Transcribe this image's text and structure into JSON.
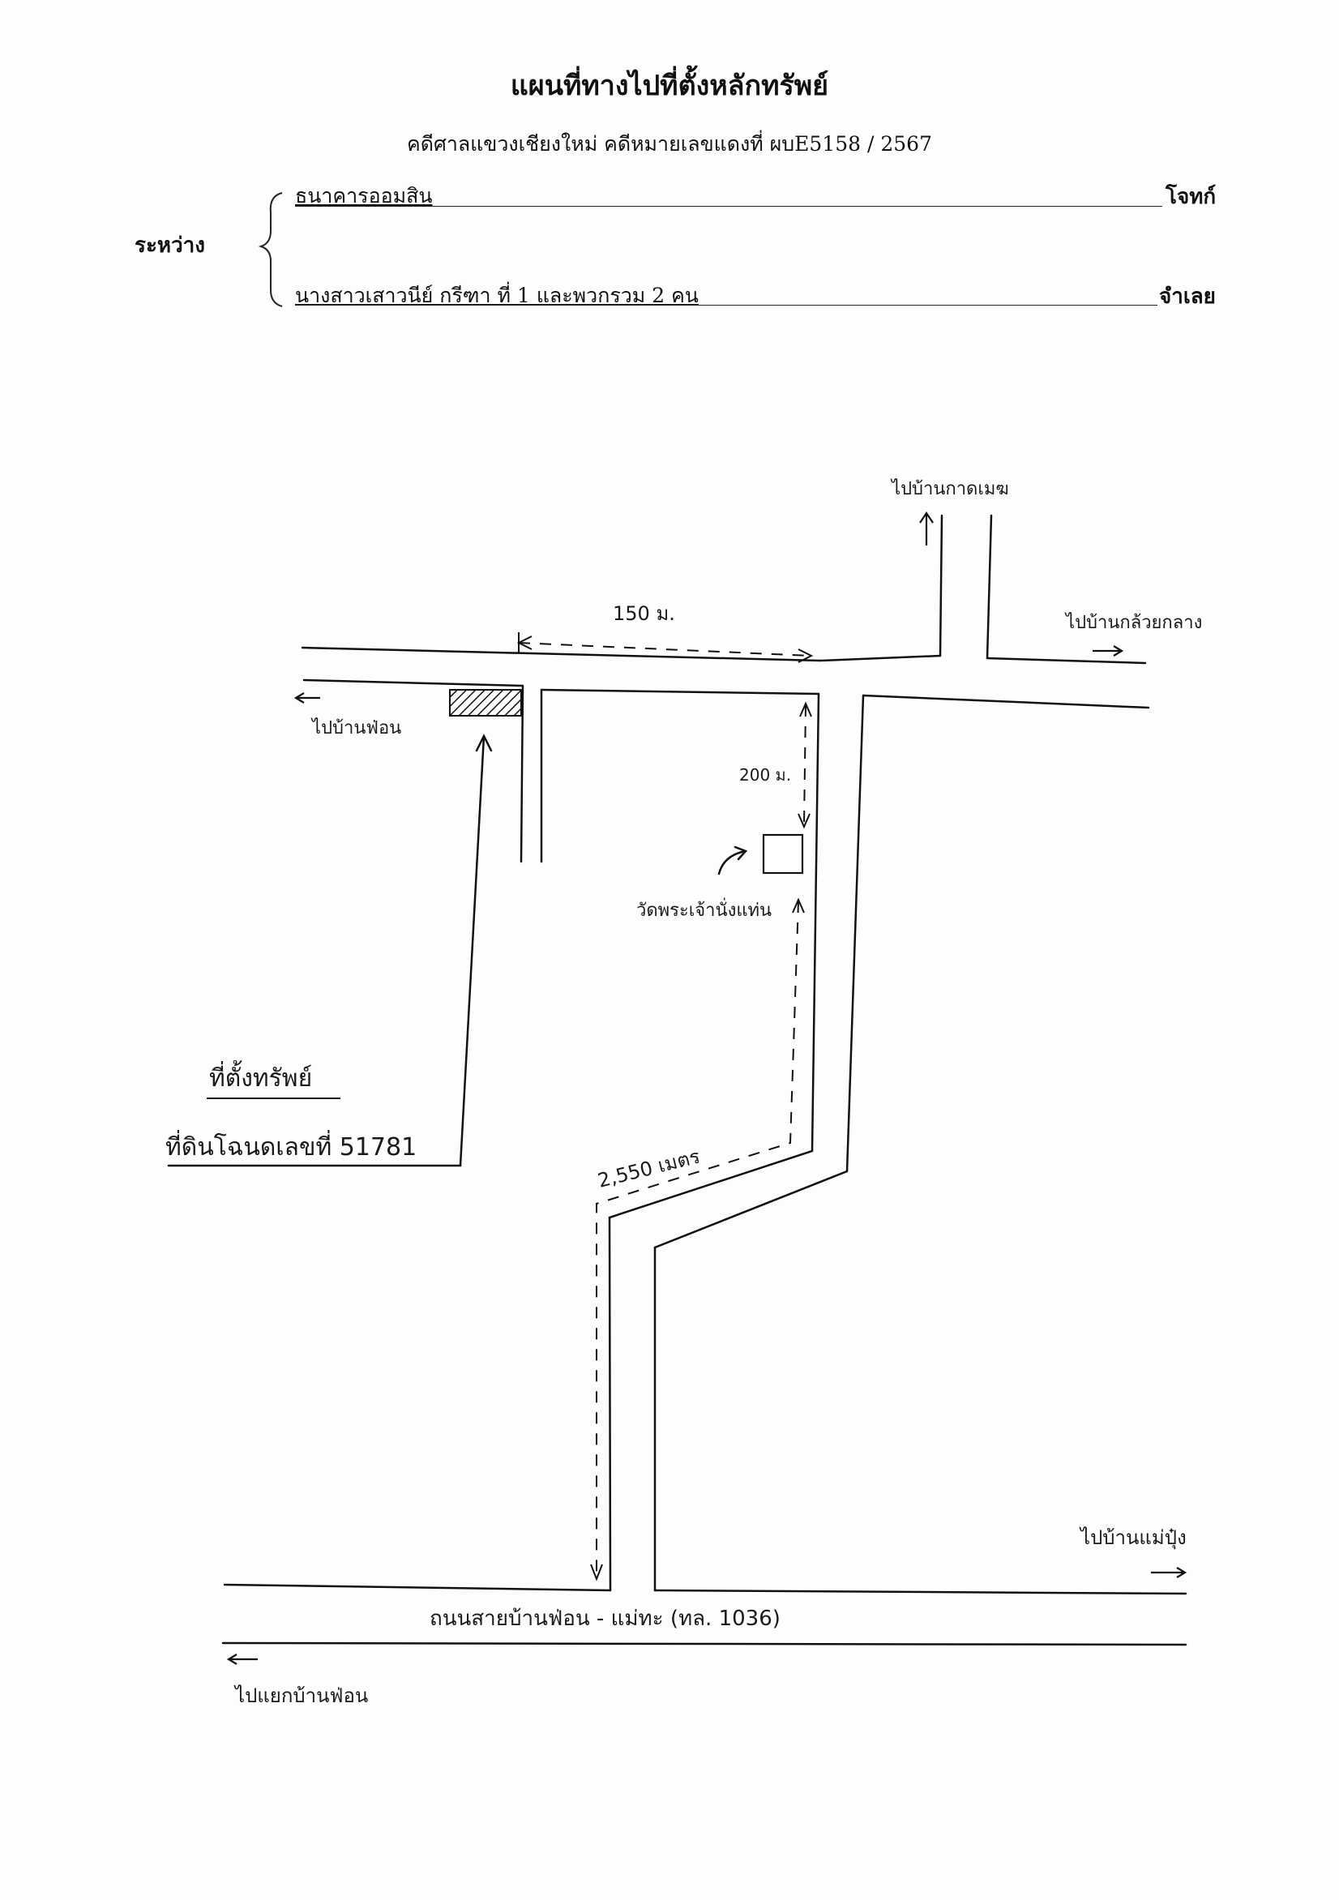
{
  "header": {
    "title": "แผนที่ทางไปที่ตั้งหลักทรัพย์",
    "case_line": "คดีศาลแขวงเชียงใหม่  คดีหมายเลขแดงที่  ผบE5158 / 2567",
    "between_label": "ระหว่าง",
    "plaintiff": {
      "name": "ธนาคารออมสิน",
      "role": "โจทก์"
    },
    "defendant": {
      "name": "นางสาวเสาวนีย์  กรีฑา ที่ 1  และพวกรวม 2 คน",
      "role": "จำเลย"
    }
  },
  "map": {
    "labels": {
      "to_north": "ไปบ้านกาดเมฆ",
      "to_east_top": "ไปบ้านกล้วยกลาง",
      "to_west_top": "ไปบ้านฟ่อน",
      "to_east_bottom": "ไปบ้านแม่ปุ๋ง",
      "to_west_bottom": "ไปแยกบ้านฟ่อน",
      "main_road": "ถนนสายบ้านฟ่อน - แม่ทะ  (ทล. 1036)",
      "temple": "วัดพระเจ้านั่งแท่น",
      "property_title": "ที่ตั้งทรัพย์",
      "property_detail": "ที่ดินโฉนดเลขที่  51781"
    },
    "distances": {
      "top_road": "150 ม.",
      "to_temple": "200 ม.",
      "from_main_road": "2,550 เมตร"
    }
  }
}
